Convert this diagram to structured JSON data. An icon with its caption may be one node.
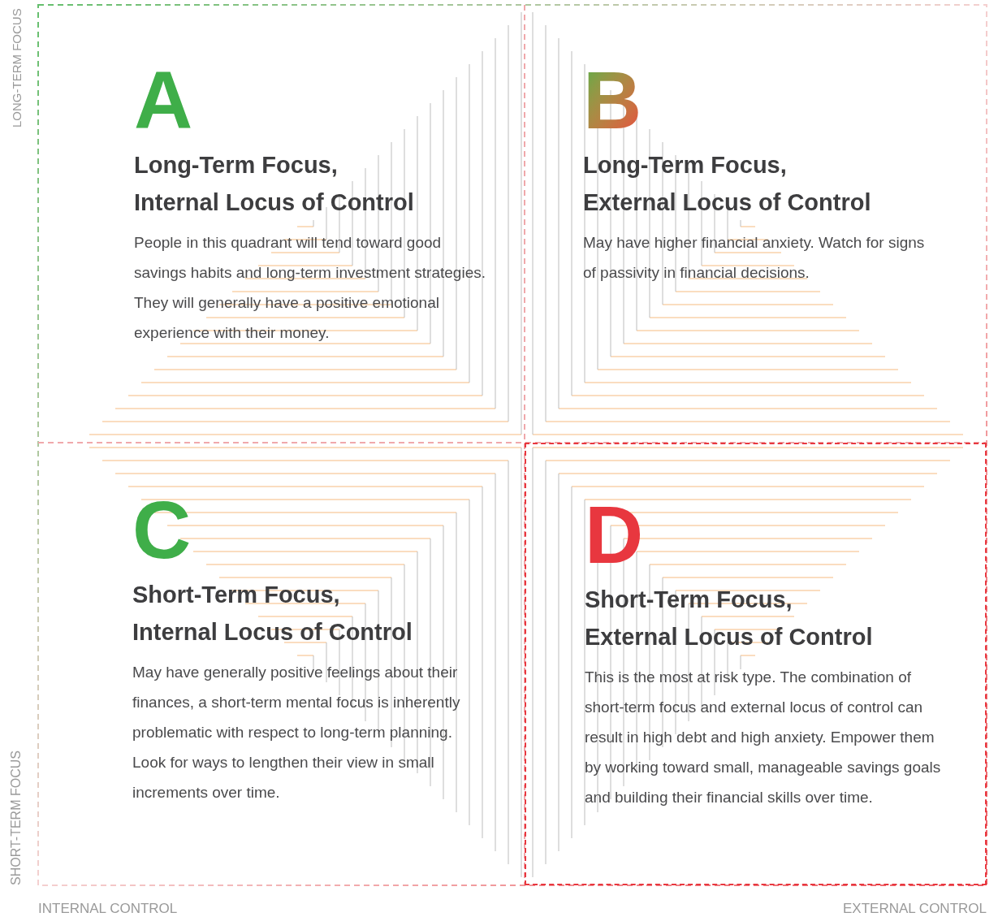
{
  "diagram": {
    "nodes": [
      {
        "text": [
          "A",
          "Long-Term Focus, Internal Locus of Control",
          "People in this quadrant will tend toward good savings habits and long-term investment strategies. They will generally have a positive emotional  experience with their money."
        ]
      },
      {
        "text": [
          "B",
          "Long-Term Focus, External Locus of Control",
          "May have higher financial anxiety.  Watch for signs of passivity in financial decisions."
        ]
      },
      {
        "text": [
          "C",
          "Short-Term Focus, Internal Locus of Control",
          "May have generally positive feelings about their finances, a short-term mental focus is inherently problematic with respect to long-term planning. Look for ways to lengthen their view in small increments over time."
        ]
      },
      {
        "text": [
          "D",
          "Short-Term Focus, External Locus of Control",
          "This is the most at risk type. The combination of short-term focus and external locus of control can result in high debt and high anxiety. Empower them by working toward small, manageable savings goals and building their financial skills over time."
        ]
      }
    ],
    "labels": [
      "LONG-TERM FOCUS",
      "SHORT-TERM FOCUS",
      "INTERNAL CONTROL",
      "EXTERNAL CONTROL"
    ]
  }
}
